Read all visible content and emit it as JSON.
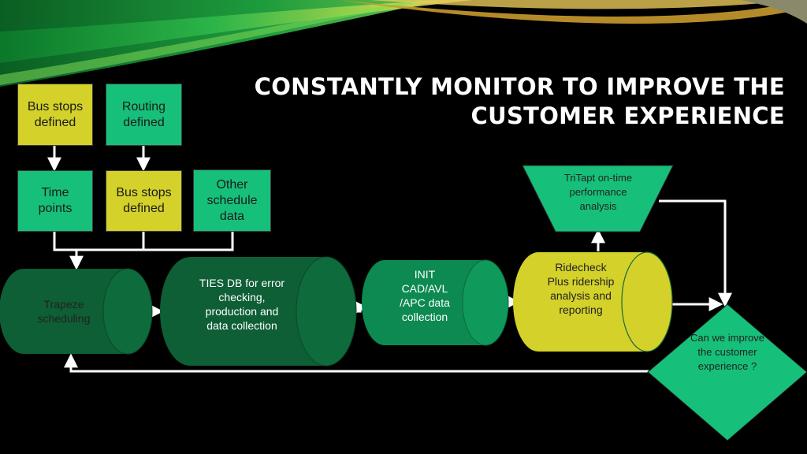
{
  "slide": {
    "title_line1": "CONSTANTLY MONITOR TO IMPROVE THE",
    "title_line2": "CUSTOMER EXPERIENCE"
  },
  "nodes": {
    "bus_stops_top": "Bus stops defined",
    "routing": "Routing defined",
    "time_points": "Time points",
    "bus_stops_mid": "Bus stops defined",
    "other_schedule": "Other schedule data",
    "trapeze": "Trapeze scheduling",
    "ties_db": "TIES DB for error checking, production and data collection",
    "init_cad": "INIT CAD/AVL /APC data collection",
    "ridecheck": "Ridecheck Plus ridership analysis and reporting",
    "tritapt": "TriTapt on-time performance analysis",
    "decision": "Can we improve the customer experience ?"
  },
  "colors": {
    "yellow": "#D3D12A",
    "green": "#16C07A",
    "dark_green": "#0E5E36",
    "mid_green": "#0C8A52",
    "arrow": "#FFFFFF"
  }
}
